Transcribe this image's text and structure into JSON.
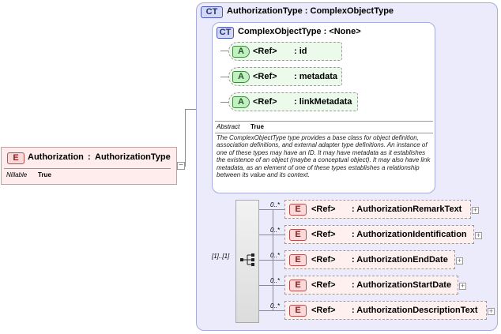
{
  "root_element": {
    "badge": "E",
    "name": "Authorization",
    "separator": ":",
    "type": "AuthorizationType",
    "nillable_label": "Nillable",
    "nillable_value": "True"
  },
  "outer_type": {
    "badge": "CT",
    "title": "AuthorizationType : ComplexObjectType"
  },
  "inner_type": {
    "badge": "CT",
    "title": "ComplexObjectType : <None>",
    "attributes": [
      {
        "badge": "A",
        "ref": "<Ref>",
        "name": ": id"
      },
      {
        "badge": "A",
        "ref": "<Ref>",
        "name": ": metadata"
      },
      {
        "badge": "A",
        "ref": "<Ref>",
        "name": ": linkMetadata"
      }
    ],
    "abstract_label": "Abstract",
    "abstract_value": "True",
    "documentation": "The ComplexObjectType type provides a base class for object definition, association definitions, and external adapter type definitions. An instance of one of these types may have an ID. It may have metadata as it establishes the existence of an object (maybe a conceptual object). It may also have link metadata, as an element of one of these types establishes a relationship between its value and its context."
  },
  "sequence": {
    "cardinality": "[1]..[1]",
    "children": [
      {
        "badge": "E",
        "ref": "<Ref>",
        "name": ": AuthorizationRemarkText",
        "cardinality": "0..*",
        "plus": "+"
      },
      {
        "badge": "E",
        "ref": "<Ref>",
        "name": ": AuthorizationIdentification",
        "cardinality": "0..*",
        "plus": "+"
      },
      {
        "badge": "E",
        "ref": "<Ref>",
        "name": ": AuthorizationEndDate",
        "cardinality": "0..*",
        "plus": "+"
      },
      {
        "badge": "E",
        "ref": "<Ref>",
        "name": ": AuthorizationStartDate",
        "cardinality": "0..*",
        "plus": "+"
      },
      {
        "badge": "E",
        "ref": "<Ref>",
        "name": ": AuthorizationDescriptionText",
        "cardinality": "0..*",
        "plus": "+"
      }
    ]
  },
  "collapse_symbol": "−"
}
